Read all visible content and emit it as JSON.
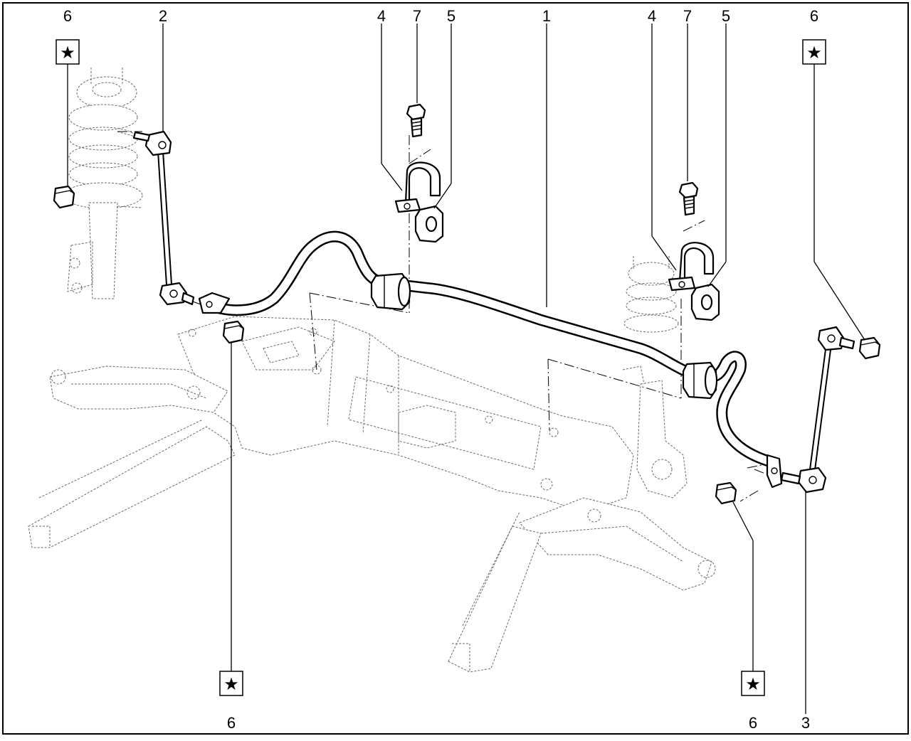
{
  "callouts": {
    "c6_tl": "6",
    "c2": "2",
    "c4_l": "4",
    "c7_l": "7",
    "c5_l": "5",
    "c1": "1",
    "c4_r": "4",
    "c7_r": "7",
    "c5_r": "5",
    "c6_tr": "6",
    "c6_bl": "6",
    "c6_br": "6",
    "c3": "3"
  },
  "star_symbol": "★"
}
